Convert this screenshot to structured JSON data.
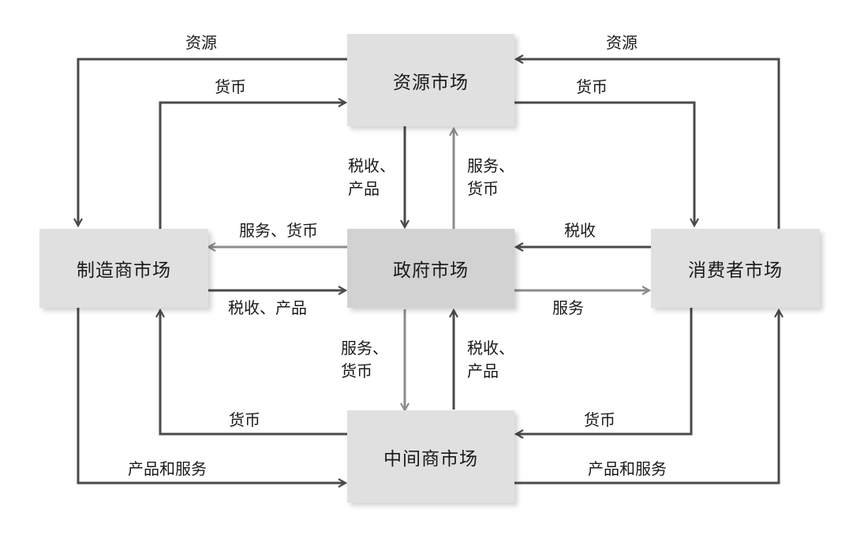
{
  "nodes": {
    "resource": "资源市场",
    "manufacturer": "制造商市场",
    "government": "政府市场",
    "consumer": "消费者市场",
    "intermediary": "中间商市场"
  },
  "labels": {
    "top_left_resource": "资源",
    "top_left_money": "货币",
    "top_right_resource": "资源",
    "top_right_money": "货币",
    "center_top_tax_line1": "税收、",
    "center_top_tax_line2": "产品",
    "center_top_service_line1": "服务、",
    "center_top_service_line2": "货币",
    "left_service_money": "服务、货币",
    "left_tax_product": "税收、产品",
    "right_tax": "税收",
    "right_service": "服务",
    "center_bottom_service_line1": "服务、",
    "center_bottom_service_line2": "货币",
    "center_bottom_tax_line1": "税收、",
    "center_bottom_tax_line2": "产品",
    "bottom_left_money": "货币",
    "bottom_left_product": "产品和服务",
    "bottom_right_money": "货币",
    "bottom_right_product": "产品和服务"
  },
  "colors": {
    "dark_arrow": "#4a4a4a",
    "light_arrow": "#8c8c8c",
    "box_fill": "#e0e0e0",
    "center_box_fill": "#d2d2d2"
  }
}
